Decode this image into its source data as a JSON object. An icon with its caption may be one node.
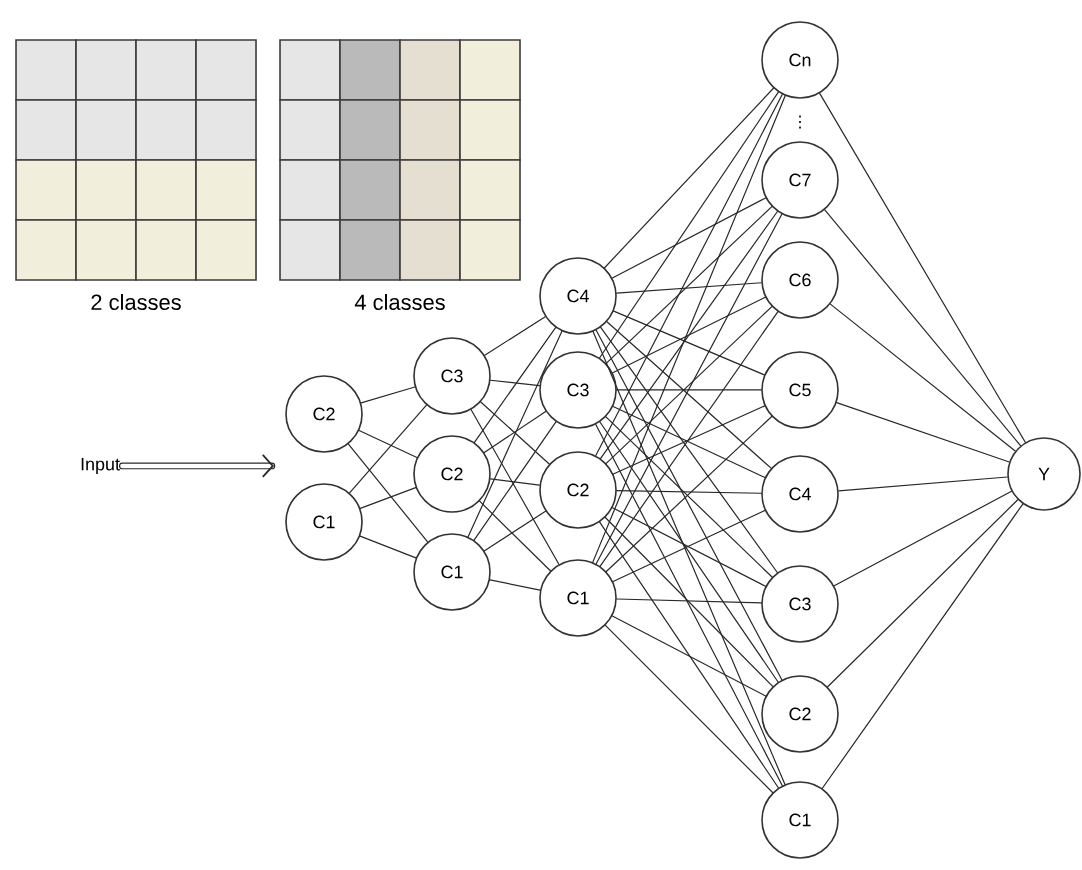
{
  "diagram": {
    "nodes": [
      {
        "text": [
          "Input"
        ]
      },
      {
        "text": [
          "C2"
        ]
      },
      {
        "text": [
          "C1"
        ]
      },
      {
        "text": [
          "C3"
        ]
      },
      {
        "text": [
          "C2"
        ]
      },
      {
        "text": [
          "C1"
        ]
      },
      {
        "text": [
          "C4"
        ]
      },
      {
        "text": [
          "C3"
        ]
      },
      {
        "text": [
          "C2"
        ]
      },
      {
        "text": [
          "C1"
        ]
      },
      {
        "text": [
          "Cn"
        ]
      },
      {
        "text": [
          "C7"
        ]
      },
      {
        "text": [
          "C6"
        ]
      },
      {
        "text": [
          "C5"
        ]
      },
      {
        "text": [
          "C4"
        ]
      },
      {
        "text": [
          "C3"
        ]
      },
      {
        "text": [
          "C2"
        ]
      },
      {
        "text": [
          "C1"
        ]
      },
      {
        "text": [
          "Y"
        ]
      }
    ],
    "edges": [
      {
        "from": 0,
        "to": null,
        "arrow": "to",
        "style": "thick"
      },
      {
        "from": 1,
        "to": 3,
        "arrow": "none"
      },
      {
        "from": 1,
        "to": 4,
        "arrow": "none"
      },
      {
        "from": 1,
        "to": 5,
        "arrow": "none"
      },
      {
        "from": 2,
        "to": 3,
        "arrow": "none"
      },
      {
        "from": 2,
        "to": 4,
        "arrow": "none"
      },
      {
        "from": 2,
        "to": 5,
        "arrow": "none"
      },
      {
        "from": 3,
        "to": 6,
        "arrow": "none"
      },
      {
        "from": 3,
        "to": 7,
        "arrow": "none"
      },
      {
        "from": 3,
        "to": 8,
        "arrow": "none"
      },
      {
        "from": 3,
        "to": 9,
        "arrow": "none"
      },
      {
        "from": 4,
        "to": 6,
        "arrow": "none"
      },
      {
        "from": 4,
        "to": 7,
        "arrow": "none"
      },
      {
        "from": 4,
        "to": 8,
        "arrow": "none"
      },
      {
        "from": 4,
        "to": 9,
        "arrow": "none"
      },
      {
        "from": 5,
        "to": 6,
        "arrow": "none"
      },
      {
        "from": 5,
        "to": 7,
        "arrow": "none"
      },
      {
        "from": 5,
        "to": 8,
        "arrow": "none"
      },
      {
        "from": 5,
        "to": 9,
        "arrow": "none"
      },
      {
        "from": 6,
        "to": 10,
        "arrow": "none"
      },
      {
        "from": 6,
        "to": 11,
        "arrow": "none"
      },
      {
        "from": 6,
        "to": 12,
        "arrow": "none"
      },
      {
        "from": 6,
        "to": 13,
        "arrow": "none"
      },
      {
        "from": 6,
        "to": 14,
        "arrow": "none"
      },
      {
        "from": 6,
        "to": 15,
        "arrow": "none"
      },
      {
        "from": 6,
        "to": 16,
        "arrow": "none"
      },
      {
        "from": 6,
        "to": 17,
        "arrow": "none"
      },
      {
        "from": 7,
        "to": 10,
        "arrow": "none"
      },
      {
        "from": 7,
        "to": 11,
        "arrow": "none"
      },
      {
        "from": 7,
        "to": 12,
        "arrow": "none"
      },
      {
        "from": 7,
        "to": 13,
        "arrow": "none"
      },
      {
        "from": 7,
        "to": 14,
        "arrow": "none"
      },
      {
        "from": 7,
        "to": 15,
        "arrow": "none"
      },
      {
        "from": 7,
        "to": 16,
        "arrow": "none"
      },
      {
        "from": 7,
        "to": 17,
        "arrow": "none"
      },
      {
        "from": 8,
        "to": 10,
        "arrow": "none"
      },
      {
        "from": 8,
        "to": 11,
        "arrow": "none"
      },
      {
        "from": 8,
        "to": 12,
        "arrow": "none"
      },
      {
        "from": 8,
        "to": 13,
        "arrow": "none"
      },
      {
        "from": 8,
        "to": 14,
        "arrow": "none"
      },
      {
        "from": 8,
        "to": 15,
        "arrow": "none"
      },
      {
        "from": 8,
        "to": 16,
        "arrow": "none"
      },
      {
        "from": 8,
        "to": 17,
        "arrow": "none"
      },
      {
        "from": 9,
        "to": 10,
        "arrow": "none"
      },
      {
        "from": 9,
        "to": 11,
        "arrow": "none"
      },
      {
        "from": 9,
        "to": 12,
        "arrow": "none"
      },
      {
        "from": 9,
        "to": 13,
        "arrow": "none"
      },
      {
        "from": 9,
        "to": 14,
        "arrow": "none"
      },
      {
        "from": 9,
        "to": 15,
        "arrow": "none"
      },
      {
        "from": 9,
        "to": 16,
        "arrow": "none"
      },
      {
        "from": 9,
        "to": 17,
        "arrow": "none"
      },
      {
        "from": 10,
        "to": 18,
        "arrow": "none"
      },
      {
        "from": 11,
        "to": 18,
        "arrow": "none"
      },
      {
        "from": 12,
        "to": 18,
        "arrow": "none"
      },
      {
        "from": 13,
        "to": 18,
        "arrow": "none"
      },
      {
        "from": 14,
        "to": 18,
        "arrow": "none"
      },
      {
        "from": 15,
        "to": 18,
        "arrow": "none"
      },
      {
        "from": 16,
        "to": 18,
        "arrow": "none"
      },
      {
        "from": 17,
        "to": 18,
        "arrow": "none"
      }
    ],
    "labels": [
      "2 classes",
      "4 classes",
      "⋮"
    ]
  }
}
